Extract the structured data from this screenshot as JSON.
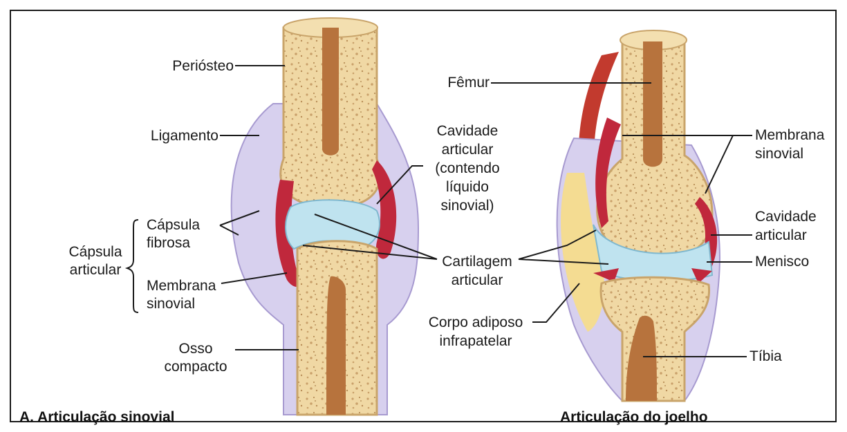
{
  "top_partial_text": "",
  "diagram_a": {
    "caption": "A. Articulação sinovial",
    "labels": {
      "periosteo": "Periósteo",
      "ligamento": "Ligamento",
      "capsula_fibrosa_1": "Cápsula",
      "capsula_fibrosa_2": "fibrosa",
      "capsula_articular_1": "Cápsula",
      "capsula_articular_2": "articular",
      "membrana_sinovial_1": "Membrana",
      "membrana_sinovial_2": "sinovial",
      "osso_compacto_1": "Osso",
      "osso_compacto_2": "compacto",
      "cavidade_1": "Cavidade",
      "cavidade_2": "articular",
      "cavidade_3": "(contendo",
      "cavidade_4": "líquido",
      "cavidade_5": "sinovial)",
      "cartilagem_1": "Cartilagem",
      "cartilagem_2": "articular"
    }
  },
  "diagram_b": {
    "caption": "Articulação do joelho",
    "labels": {
      "femur": "Fêmur",
      "membrana_1": "Membrana",
      "membrana_2": "sinovial",
      "cavidade_1": "Cavidade",
      "cavidade_2": "articular",
      "menisco": "Menisco",
      "corpo_1": "Corpo adiposo",
      "corpo_2": "infrapatelar",
      "tibia": "Tíbia"
    }
  },
  "colors": {
    "bone_shell": "#f3dfb0",
    "bone_outline": "#c9a46a",
    "spongy": "#f0d8a4",
    "marrow": "#b7733d",
    "cartilage": "#bfe3ef",
    "synovial_red": "#c0283c",
    "capsule_purple": "#cfc8ea",
    "fat_yellow": "#f4dc92",
    "muscle_red": "#c23a2e"
  }
}
